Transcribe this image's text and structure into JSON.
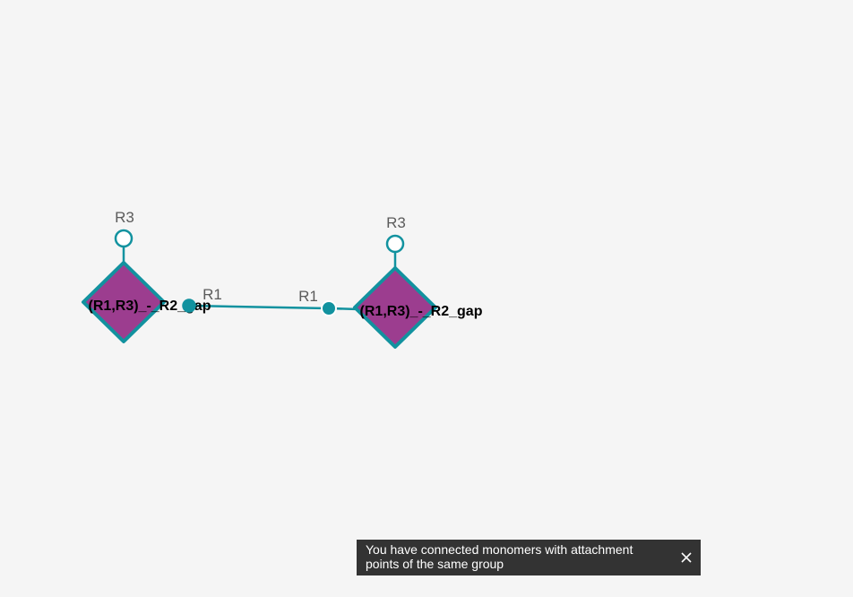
{
  "colors": {
    "background": "#f5f5f5",
    "monomer_fill": "#9c3d8f",
    "accent": "#12929f",
    "bond": "#12929f",
    "toast_bg": "#333333"
  },
  "monomers": [
    {
      "label": "(R1,R3)_-_R2_gap",
      "attachment_points": {
        "top": "R3",
        "right": "R1"
      }
    },
    {
      "label": "(R1,R3)_-_R2_gap",
      "attachment_points": {
        "top": "R3",
        "left": "R1"
      }
    }
  ],
  "toast": {
    "message": "You have connected monomers with attachment points of the same group",
    "close_icon": "close-icon"
  }
}
